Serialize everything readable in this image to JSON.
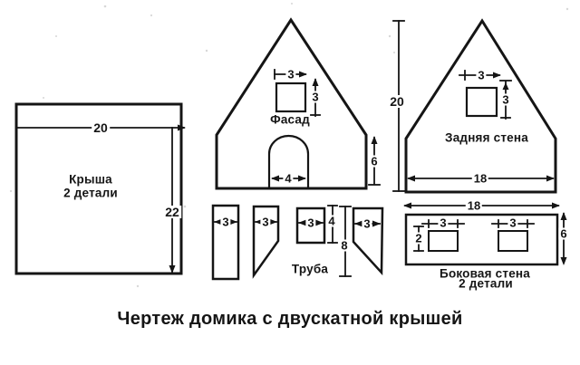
{
  "caption": "Чертеж домика с двускатной крышей",
  "colors": {
    "ink": "#151515",
    "paper": "#ffffff"
  },
  "pieces": {
    "roof": {
      "name": "Крыша",
      "quantity": "2 детали",
      "dims": {
        "width": "20",
        "height": "22"
      }
    },
    "facade": {
      "name": "Фасад",
      "dims": {
        "window_w": "3",
        "window_h": "3",
        "door_w": "4",
        "wall_h": "6"
      }
    },
    "back_wall": {
      "name": "Задняя стена",
      "dims": {
        "height": "20",
        "width": "18",
        "window_w": "3",
        "window_h": "3"
      }
    },
    "chimney": {
      "name": "Труба",
      "dims": {
        "piece1_w": "3",
        "piece2_w": "3",
        "piece3_w": "3",
        "piece3_h": "4",
        "piece4_w": "3",
        "height": "8"
      }
    },
    "side_wall": {
      "name": "Боковая стена",
      "quantity": "2 детали",
      "dims": {
        "width": "18",
        "height": "6",
        "left_window_w": "3",
        "right_window_w": "3",
        "window_h": "2"
      }
    }
  }
}
